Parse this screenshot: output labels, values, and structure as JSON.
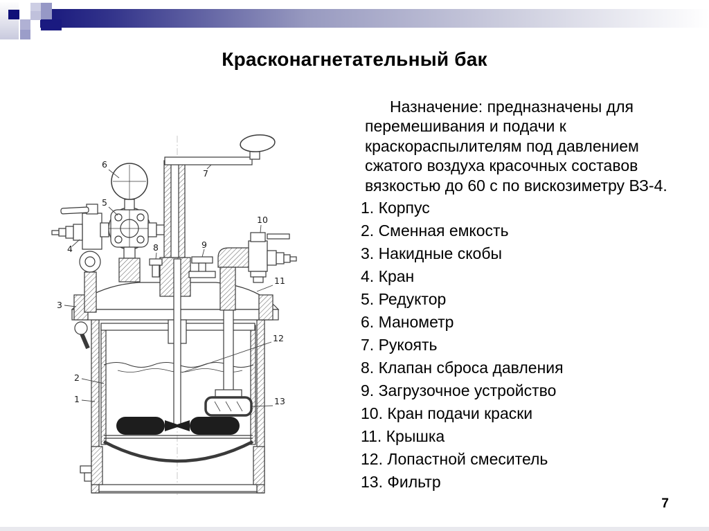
{
  "slide": {
    "title": "Красконагнетательный бак",
    "page_number": "7",
    "purpose_lines": [
      "Назначение: предназначены для",
      "перемешивания и подачи к",
      "краскораспылителям под давлением",
      "сжатого воздуха красочных составов",
      "вязкостью до 60 с по вискозиметру ВЗ-4."
    ],
    "parts": [
      "1. Корпус",
      "2. Сменная емкость",
      "3. Накидные скобы",
      "4. Кран",
      "5. Редуктор",
      "6. Манометр",
      "7. Рукоять",
      "8. Клапан сброса давления",
      "9. Загрузочное устройство",
      "10. Кран подачи краски",
      "11. Крышка",
      "12. Лопастной смеситель",
      "13. Фильтр"
    ]
  },
  "diagram": {
    "description": "Технический чертёж красконагнетательного бака с позициями 1–13",
    "callouts": [
      "1",
      "2",
      "3",
      "4",
      "5",
      "6",
      "7",
      "8",
      "9",
      "10",
      "11",
      "12",
      "13"
    ]
  },
  "theme": {
    "accent_navy": "#0f0f78",
    "accent_lavender": "#9a9cc8",
    "text_color": "#000000",
    "background": "#ffffff"
  }
}
